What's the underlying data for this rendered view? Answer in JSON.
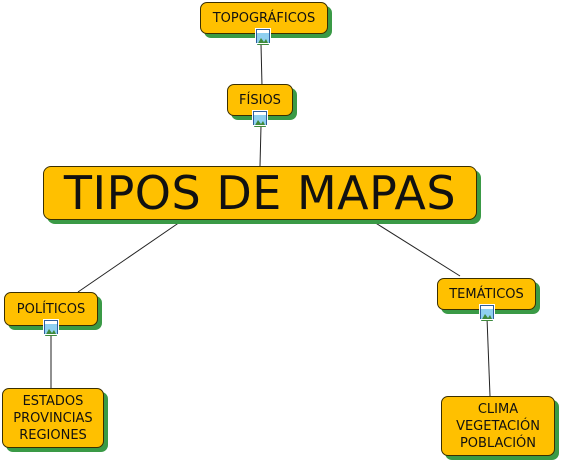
{
  "concept_map": {
    "main": "TIPOS DE MAPAS",
    "nodes": {
      "topograficos": "TOPOGRÁFICOS",
      "fisios": "FÍSIOS",
      "politicos": "POLÍTICOS",
      "tematicos": "TEMÁTICOS",
      "politicos_sub": "ESTADOS\nPROVINCIAS\nREGIONES",
      "tematicos_sub": "CLIMA\nVEGETACIÓN\nPOBLACIÓN"
    },
    "resource_icon": "image-resource-icon",
    "colors": {
      "node_fill": "#ffc000",
      "node_shadow": "#3a9a46",
      "node_border": "#3a2f00",
      "connector": "#222222",
      "icon_border": "#2e5e9e",
      "icon_sky": "#8fd0f0",
      "icon_ground": "#3f8a3a"
    }
  }
}
